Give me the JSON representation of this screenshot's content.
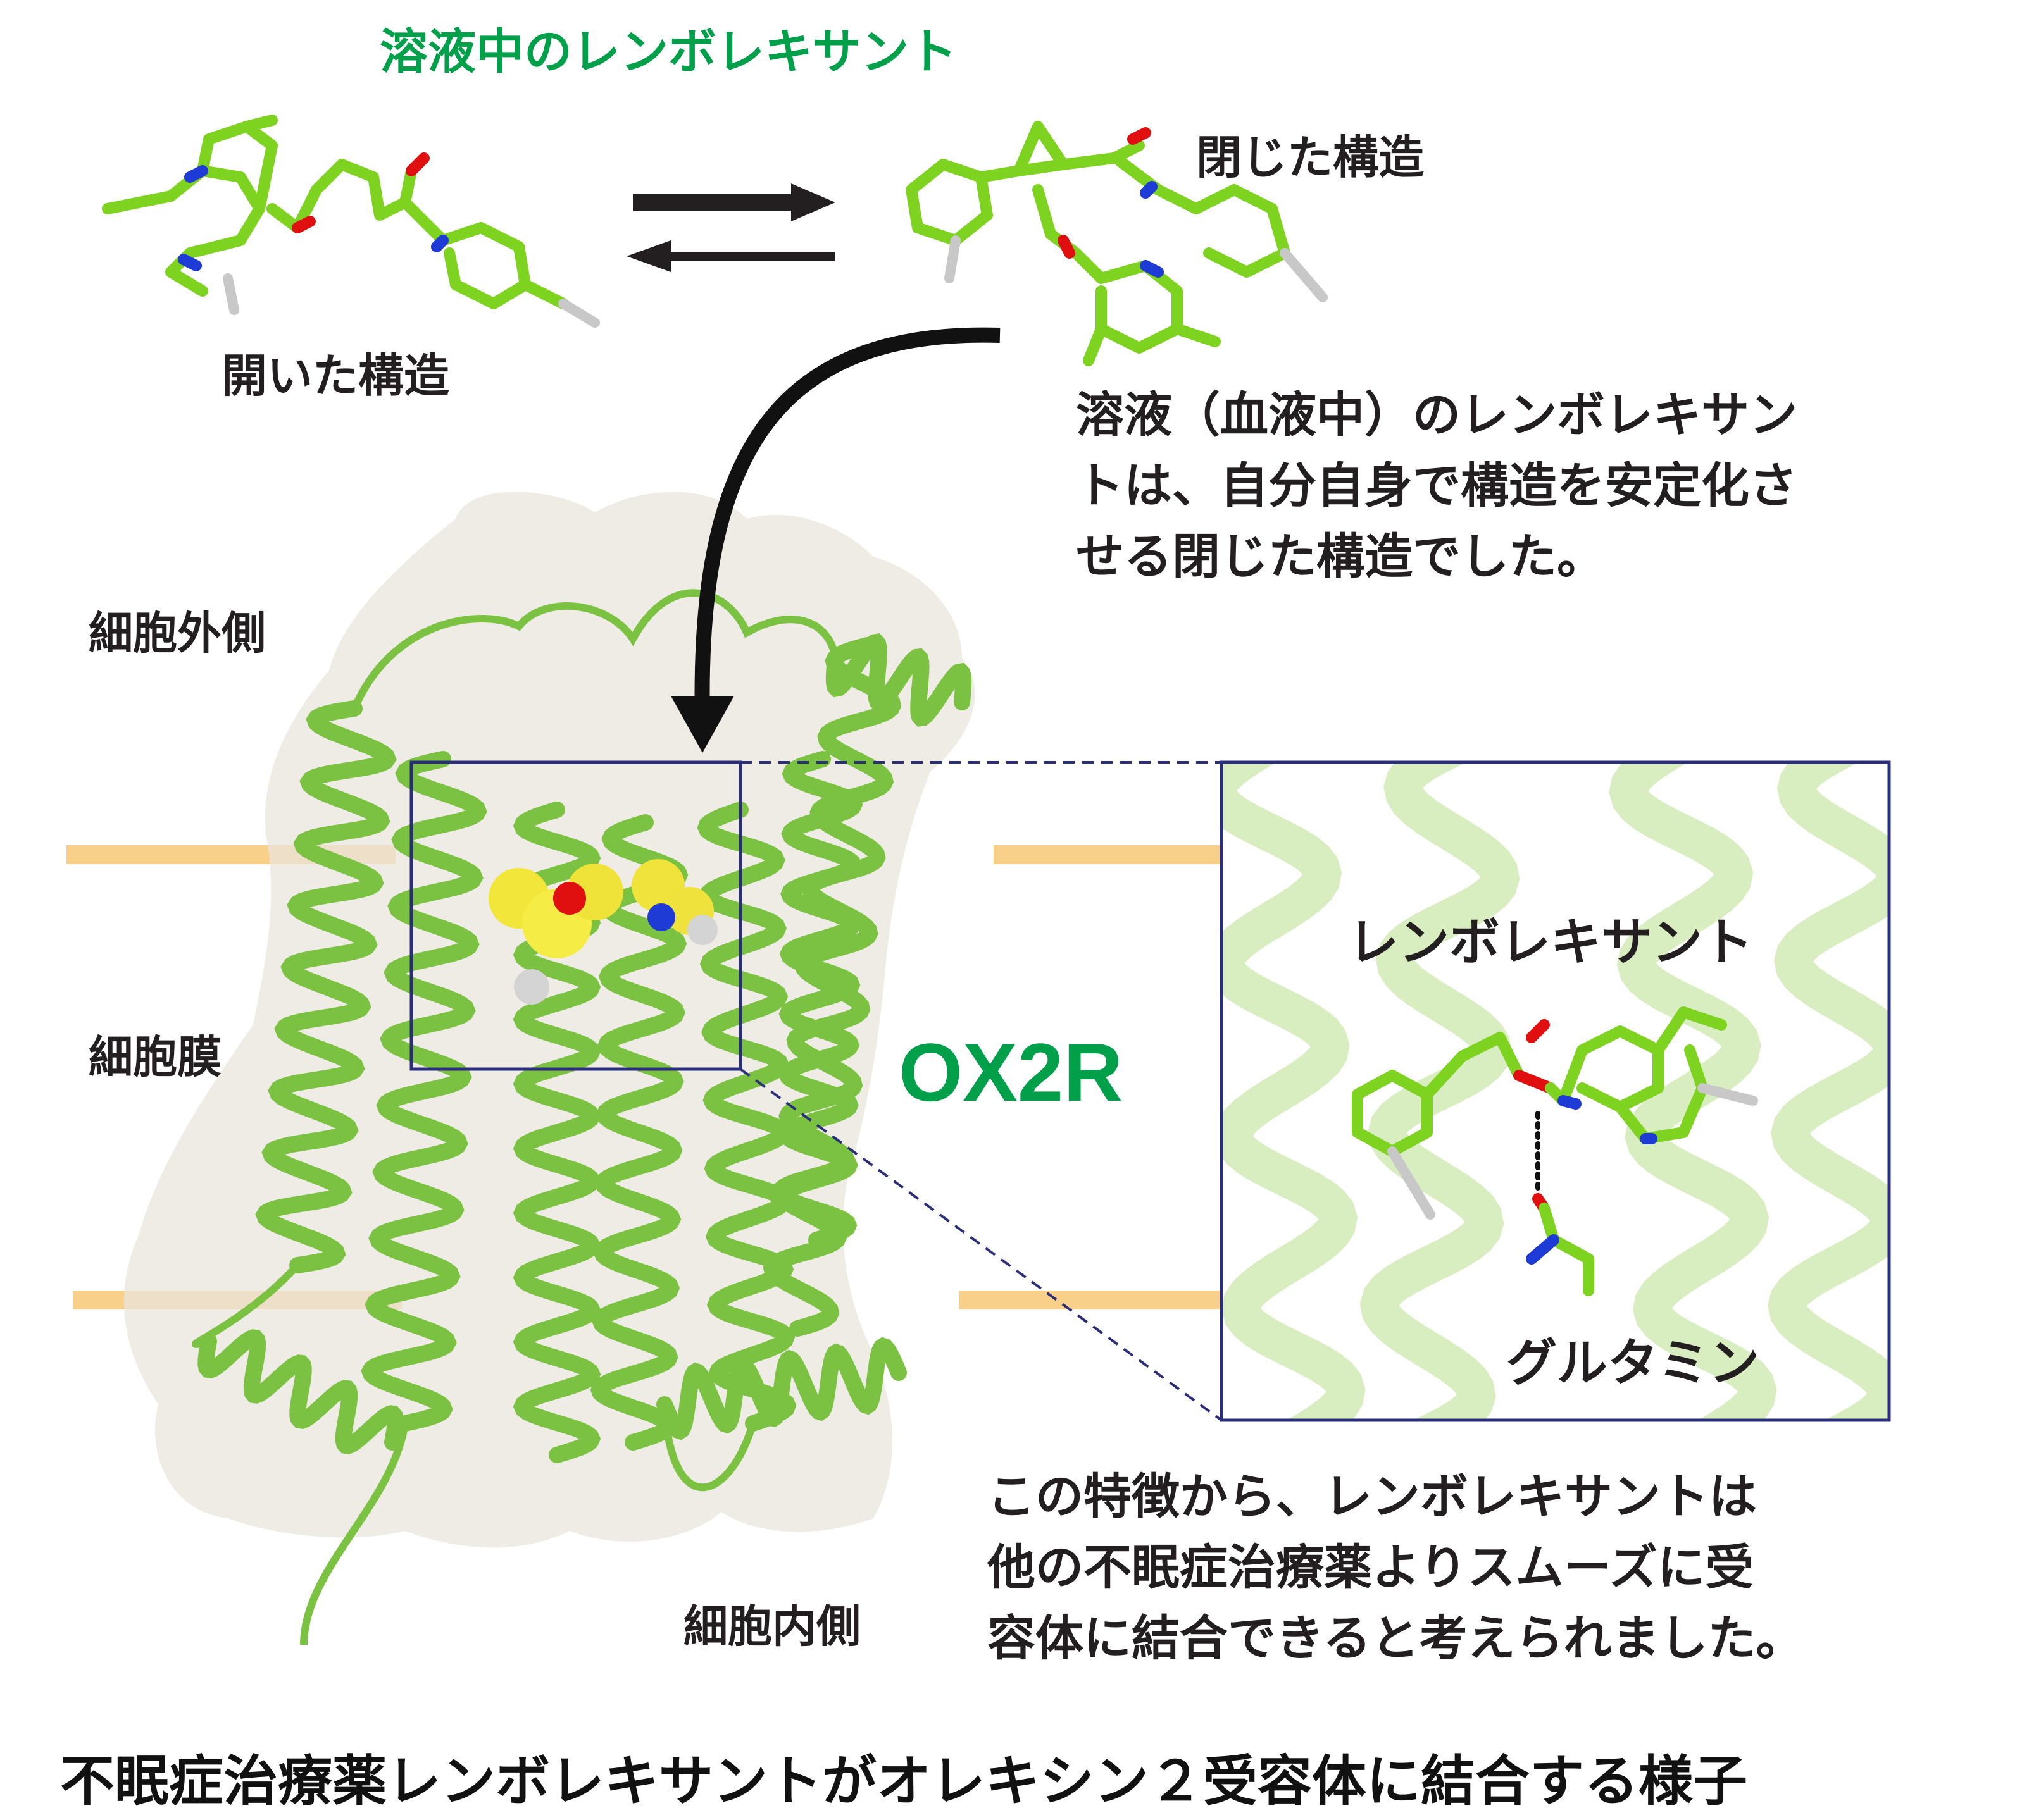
{
  "title_solution": "溶液中のレンボレキサント",
  "label_open": "開いた構造",
  "label_closed": "閉じた構造",
  "explanation_lines": [
    "溶液（血液中）のレンボレキサン",
    "トは、自分自身で構造を安定化さ",
    "せる閉じた構造でした。"
  ],
  "label_extracellular": "細胞外側",
  "label_membrane": "細胞膜",
  "label_intracellular": "細胞内側",
  "label_receptor": "OX2R",
  "inset_ligand": "レンボレキサント",
  "inset_residue": "グルタミン",
  "conclusion_lines": [
    "この特徴から、レンボレキサントは",
    "他の不眠症治療薬よりスムーズに受",
    "容体に結合できると考えられました。"
  ],
  "caption": "不眠症治療薬レンボレキサントがオレキシン２受容体に結合する様子",
  "colors": {
    "accent_green": "#00a04b",
    "carbon": "#7ed321",
    "nitrogen": "#1f3bd6",
    "oxygen": "#e01010",
    "hydrogen": "#c8c8c8",
    "membrane_line": "#f9d08a",
    "inset_frame": "#2b2f7a",
    "text": "#231f20"
  }
}
